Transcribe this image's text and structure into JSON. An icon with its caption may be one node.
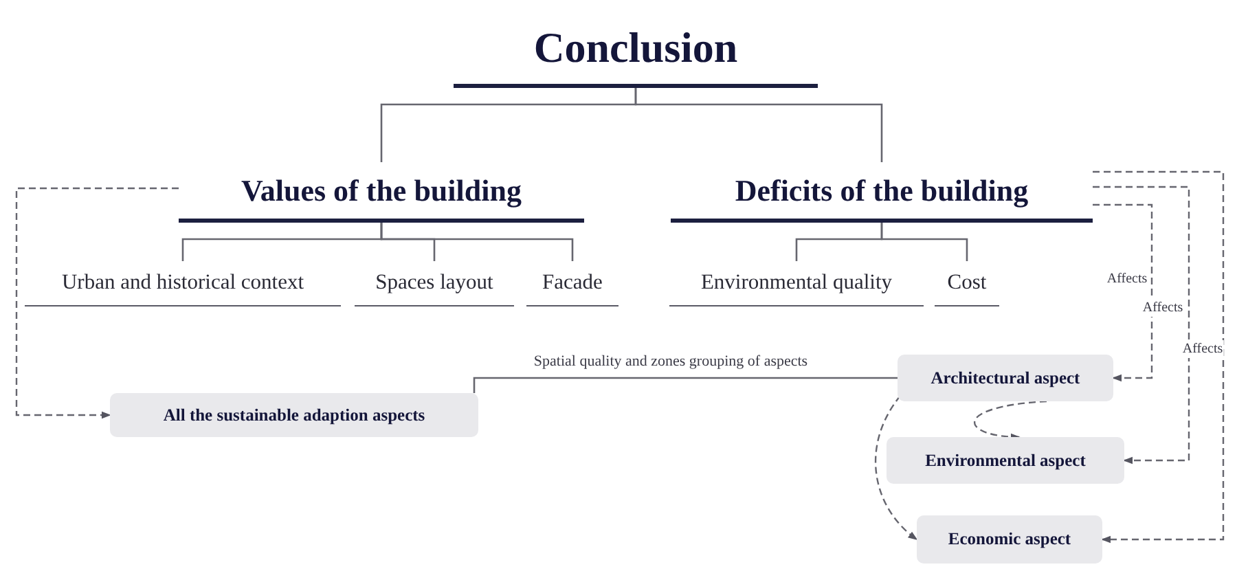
{
  "diagram": {
    "nodes": [
      {
        "text": [
          "Conclusion"
        ]
      },
      {
        "text": [
          "Values of the building"
        ]
      },
      {
        "text": [
          "Deficits of the building"
        ]
      },
      {
        "text": [
          "Urban and historical context"
        ]
      },
      {
        "text": [
          "Spaces layout"
        ]
      },
      {
        "text": [
          "Facade"
        ]
      },
      {
        "text": [
          "Environmental quality"
        ]
      },
      {
        "text": [
          "Cost"
        ]
      },
      {
        "text": [
          "All the sustainable adaption aspects"
        ]
      },
      {
        "text": [
          "Architectural aspect"
        ]
      },
      {
        "text": [
          "Environmental aspect"
        ]
      },
      {
        "text": [
          "Economic aspect"
        ]
      }
    ],
    "edges": [
      {
        "from": 0,
        "to": 1,
        "arrow": "none"
      },
      {
        "from": 0,
        "to": 2,
        "arrow": "none"
      },
      {
        "from": 1,
        "to": 3,
        "arrow": "none"
      },
      {
        "from": 1,
        "to": 4,
        "arrow": "none"
      },
      {
        "from": 1,
        "to": 5,
        "arrow": "none"
      },
      {
        "from": 2,
        "to": 6,
        "arrow": "none"
      },
      {
        "from": 2,
        "to": 7,
        "arrow": "none"
      },
      {
        "from": 1,
        "to": 8,
        "arrow": "to",
        "style": "dashed"
      },
      {
        "from": 2,
        "to": 9,
        "arrow": "to",
        "style": "dashed",
        "label": "Affects"
      },
      {
        "from": 2,
        "to": 10,
        "arrow": "to",
        "style": "dashed",
        "label": "Affects"
      },
      {
        "from": 2,
        "to": 11,
        "arrow": "to",
        "style": "dashed",
        "label": "Affects"
      },
      {
        "from": 8,
        "to": 9,
        "arrow": "none",
        "label": "Spatial quality and zones grouping of aspects"
      },
      {
        "from": 9,
        "to": 10,
        "arrow": "to",
        "style": "dashed"
      },
      {
        "from": 9,
        "to": 11,
        "arrow": "to",
        "style": "dashed"
      }
    ]
  }
}
